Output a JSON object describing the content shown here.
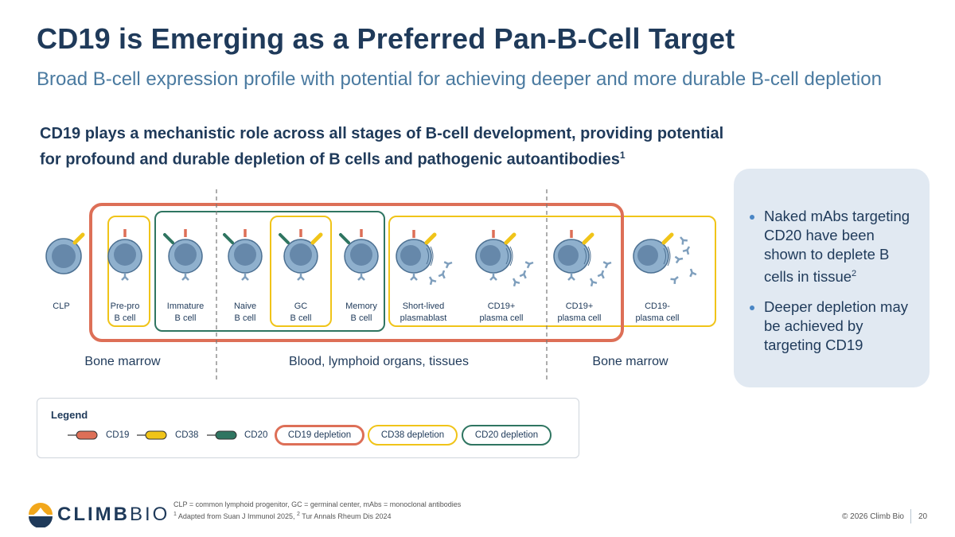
{
  "title": "CD19 is Emerging as a Preferred Pan-B-Cell Target",
  "subtitle": "Broad B-cell expression profile with potential for achieving deeper and more durable B-cell depletion",
  "headline": {
    "text": "CD19 plays a mechanistic role across all stages of B-cell development, providing potential for profound and durable depletion of B cells and pathogenic autoantibodies",
    "sup": "1"
  },
  "callout": {
    "bullet1": "Naked mAbs targeting CD20 have been shown to deplete B cells in tissue",
    "bullet1_sup": "2",
    "bullet2": "Deeper depletion may be achieved by targeting CD19"
  },
  "cells": [
    {
      "line1": "CLP",
      "line2": ""
    },
    {
      "line1": "Pre-pro",
      "line2": "B cell"
    },
    {
      "line1": "Immature",
      "line2": "B cell"
    },
    {
      "line1": "Naive",
      "line2": "B cell"
    },
    {
      "line1": "GC",
      "line2": "B cell"
    },
    {
      "line1": "Memory",
      "line2": "B cell"
    },
    {
      "line1": "Short-lived",
      "line2": "plasmablast"
    },
    {
      "line1": "CD19+",
      "line2": "plasma cell"
    },
    {
      "line1": "CD19+",
      "line2": "plasma cell"
    },
    {
      "line1": "CD19-",
      "line2": "plasma cell"
    }
  ],
  "regions": {
    "left": "Bone marrow",
    "middle": "Blood, lymphoid organs, tissues",
    "right": "Bone marrow"
  },
  "legend": {
    "title": "Legend",
    "cd19": "CD19",
    "cd38": "CD38",
    "cd20": "CD20",
    "cd19_depletion": "CD19 depletion",
    "cd38_depletion": "CD38 depletion",
    "cd20_depletion": "CD20 depletion"
  },
  "colors": {
    "cd19": "#dd6f57",
    "cd38": "#f0c419",
    "cd20": "#2f7561",
    "cell_fill": "#8fb0cd",
    "nucleus": "#6688aa"
  },
  "footnotes": {
    "line1": "CLP = common lymphoid progenitor, GC = germinal center, mAbs = monoclonal antibodies",
    "line2_sup1": "1",
    "line2_a": " Adapted from Suan J Immunol 2025, ",
    "line2_sup2": "2",
    "line2_b": " Tur Annals Rheum Dis 2024"
  },
  "logo": {
    "bold": "CLIMB",
    "light": "BIO"
  },
  "copyright": "© 2026 Climb Bio",
  "page_number": "20"
}
